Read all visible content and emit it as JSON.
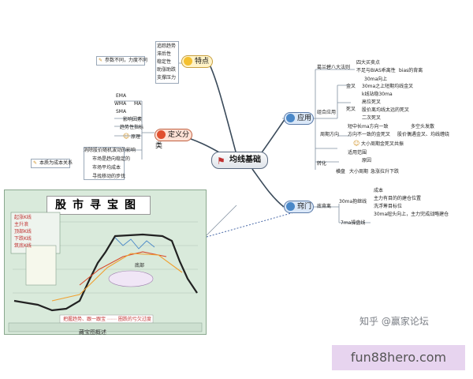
{
  "center": "均线基础",
  "branches": {
    "features": "特点",
    "definition": "定义分类",
    "application": "应用",
    "tips": "窍门"
  },
  "features": {
    "items": [
      "追踪趋势",
      "滞后性",
      "稳定性",
      "助涨助跌",
      "支撑压力"
    ],
    "note": "参数不同，力度不同"
  },
  "definition": {
    "types": [
      "EMA",
      "WMA",
      "SMA"
    ],
    "ma": "MA",
    "factor": "影响因素",
    "indicator": "趋势性指标",
    "root": "原理",
    "notes": [
      "消除股价随机波动的影响",
      "市场是趋向稳定的",
      "市场平均成本",
      "寻找移动的步伐"
    ],
    "side_note": "本质为成本关系"
  },
  "application": {
    "granville": "葛兰碧八大法则",
    "granville_items": [
      "四大买卖点",
      "不足与BIAS乖离性",
      "bias的背离"
    ],
    "combo": "组合应用",
    "combo_items": [
      "30ma向上",
      "金叉",
      "30ma之上短期均线金叉",
      "k线站稳30ma",
      "死叉",
      "高位死叉",
      "股价离均线太远的死叉",
      "二次死叉"
    ],
    "cycle": "周期方向",
    "cycle_items": [
      "短中长ma方向一致",
      "多空头发散",
      "方向不一致的金死叉",
      "股价偶遇金叉、均线缠绕",
      "大小周期金死叉共振"
    ],
    "transform": "转化",
    "transform_items": [
      "适用范围",
      "原因",
      "横盘",
      "大小周期",
      "急涨拉升下跌"
    ]
  },
  "tips": {
    "bottom": "底背离",
    "ma30": "30ma抱继线",
    "ma30_items": [
      "成本",
      "主力有目的的建仓位置",
      "洗浮筹目标位",
      "30ma纽头向上，主力完成战略建仓"
    ],
    "ma7": "7ma操盘线"
  },
  "panel": {
    "title": "股市寻宝图",
    "caption": "藏宝图概述",
    "legend": [
      "起涨K线",
      "主升浪",
      "顶部K线",
      "下跌K线",
      "筑底K线",
      "底部"
    ],
    "footer": "把握趋势、跟一跟宝 ⋯⋯ 圈跌的亏欠过度"
  },
  "watermark": "知乎 @赢家论坛",
  "site": "fun88hero.com",
  "colors": {
    "panel_bg": "#d9eadb",
    "price_line": "#222222",
    "orange": "#f0a030",
    "blue": "#4a88c8",
    "red": "#d84a2a",
    "watermark": "#e7d4ef"
  }
}
